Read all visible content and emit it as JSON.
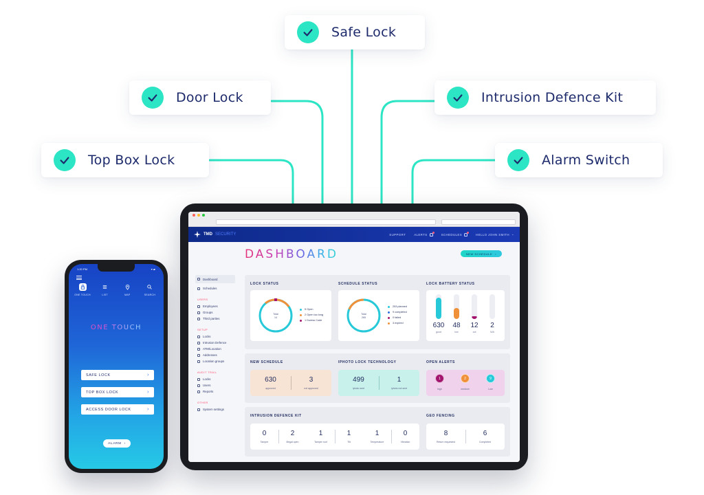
{
  "colors": {
    "accent": "#2ce5c4",
    "navy": "#1d2a6b",
    "brand_blue": "#1b3ab5",
    "alert_pink": "#ff4a6e"
  },
  "callouts": {
    "safe_lock": "Safe Lock",
    "door_lock": "Door Lock",
    "intrusion_kit": "Intrusion Defence Kit",
    "top_box_lock": "Top Box Lock",
    "alarm_switch": "Alarm Switch",
    "icon": "check-circle-icon"
  },
  "tablet": {
    "brand_name": "TMD",
    "brand_suffix": "SECURITY",
    "nav": {
      "support": "SUPPORT",
      "alerts": "ALERTS",
      "schedules": "SCHEDULES",
      "user": "HELLO JOHN SMITH"
    },
    "title": "DASHBOARD",
    "new_schedule_btn": "NEW SCHEDULE",
    "sidebar": {
      "dashboard": "Dashboard",
      "schedules": "Schedules",
      "users_head": "USERS",
      "employees": "Employees",
      "groups": "Groups",
      "third_parties": "Third parties",
      "setup_head": "SETUP",
      "locks": "Locks",
      "intrusion": "Intrusion Defence",
      "atm": "ATM/Location",
      "addresses": "Addresses",
      "location_groups": "Location groups",
      "audit_head": "AUDIT TRAIL",
      "audit_locks": "Locks",
      "audit_users": "Users",
      "reports": "Reports",
      "other_head": "OTHER",
      "system_settings": "System settings"
    },
    "lock_status": {
      "title": "LOCK STATUS",
      "center_label": "Total",
      "center_value": "14",
      "legend": [
        "5 Open",
        "2 Open too long",
        "1 Duress Code"
      ],
      "legend_colors": [
        "#27c9d9",
        "#f0913a",
        "#a3146f"
      ]
    },
    "schedule_status": {
      "title": "SCHEDULE STATUS",
      "center_label": "Total",
      "center_value": "265",
      "legend": [
        "253 planned",
        "9 completed",
        "0 failed",
        "3 expired"
      ],
      "legend_colors": [
        "#27c9d9",
        "#2d6fe0",
        "#a3146f",
        "#f0913a"
      ]
    },
    "battery": {
      "title": "LOCK BATTERY STATUS",
      "levels": [
        {
          "value": "630",
          "label": "good",
          "color": "#27c9d9",
          "fill": 0.85
        },
        {
          "value": "48",
          "label": "low",
          "color": "#f0913a",
          "fill": 0.45
        },
        {
          "value": "12",
          "label": "out",
          "color": "#a3146f",
          "fill": 0.12
        },
        {
          "value": "2",
          "label": "N/A",
          "color": "#dfe2ea",
          "fill": 0.0
        }
      ]
    },
    "new_schedule": {
      "title": "NEW SCHEDULE",
      "approved_value": "630",
      "approved_label": "approved",
      "not_approved_value": "3",
      "not_approved_label": "not approved"
    },
    "iphoto": {
      "title": "IPHOTO LOCK TECHNOLOGY",
      "sent_value": "499",
      "sent_label": "iphoto sent",
      "not_sent_value": "1",
      "not_sent_label": "iphoto not sent"
    },
    "open_alerts": {
      "title": "OPEN ALERTS",
      "high_value": "1",
      "high_label": "high",
      "medium_value": "2",
      "medium_label": "medium",
      "low_value": "9",
      "low_label": "Low"
    },
    "intrusion": {
      "title": "INTRUSION DEFENCE KIT",
      "items": [
        {
          "value": "0",
          "label": "Tamper"
        },
        {
          "value": "2",
          "label": "Illegal open"
        },
        {
          "value": "1",
          "label": "Tamper roof"
        },
        {
          "value": "1",
          "label": "Tilt"
        },
        {
          "value": "1",
          "label": "Temperature"
        },
        {
          "value": "0",
          "label": "Vibration"
        }
      ]
    },
    "geo": {
      "title": "GEO FENCING",
      "return_value": "8",
      "return_label": "Return requested",
      "completed_value": "6",
      "completed_label": "Completed"
    }
  },
  "phone": {
    "time": "1:20 PM",
    "status_right": "▾ ▰",
    "tabs": [
      "ONE TOUCH",
      "LIST",
      "MAP",
      "SEARCH"
    ],
    "title": "ONE TOUCH",
    "buttons": [
      "SAFE LOCK",
      "TOP BOX LOCK",
      "ACCESS DOOR LOCK"
    ],
    "alarm": "ALARM"
  }
}
